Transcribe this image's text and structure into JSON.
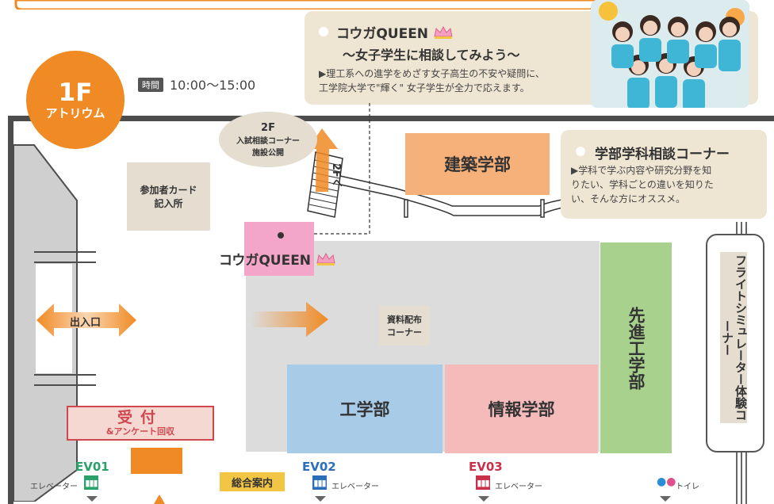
{
  "floor": {
    "number": "1F",
    "area": "アトリウム"
  },
  "time": {
    "tag": "時間",
    "value": "10:00〜15:00"
  },
  "queen_box": {
    "title": "コウガQUEEN",
    "subtitle": "〜女子学生に相談してみよう〜",
    "body_line1": "▶理工系への進学をめざす女子高生の不安や疑問に、",
    "body_line2": "工学院大学で\"輝く\" 女子学生が全力で応えます。"
  },
  "floor2": {
    "label": "2F",
    "sub1": "入試相談コーナー",
    "sub2": "施設公開"
  },
  "stairs": {
    "label": "2Fへ"
  },
  "registration": {
    "line1": "参加者カード",
    "line2": "記入所"
  },
  "entrance": {
    "label": "出入口"
  },
  "queen_spot": {
    "label": "コウガQUEEN"
  },
  "materials": {
    "line1": "資料配布",
    "line2": "コーナー"
  },
  "depts": {
    "architecture": "建築学部",
    "engineering": "工学部",
    "informatics": "情報学部",
    "advanced": "先進工学部"
  },
  "dept_box": {
    "title": "学部学科相談コーナー",
    "line1": "▶学科で学ぶ内容や研究分野を知",
    "line2": "りたい、学科ごとの違いを知りた",
    "line3": "い、そんな方にオススメ。"
  },
  "flight": {
    "label": "フライトシミュレーター体験コーナー"
  },
  "reception": {
    "title": "受付",
    "sub": "&アンケート回収"
  },
  "info_desk": "総合案内",
  "elevators": [
    {
      "id": "EV01",
      "text": "エレベーター",
      "color": "#2aa06a"
    },
    {
      "id": "EV02",
      "text": "エレベーター",
      "color": "#2a6fb8"
    },
    {
      "id": "EV03",
      "text": "エレベーター",
      "color": "#c9304a"
    }
  ],
  "toilet": {
    "text": "トイレ"
  },
  "colors": {
    "accent_orange": "#f08a24",
    "beige": "#e4ddd0",
    "wall": "#4d4d4d"
  }
}
